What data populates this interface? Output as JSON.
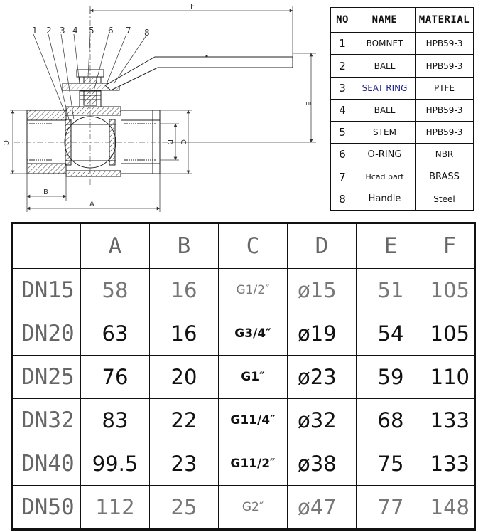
{
  "drawing": {
    "callouts": [
      "1",
      "2",
      "3",
      "4",
      "5",
      "6",
      "7",
      "8"
    ],
    "dim_labels": {
      "F": "F",
      "E": "E",
      "C_left": "C",
      "D": "D",
      "C_right": "C",
      "B": "B",
      "A": "A"
    }
  },
  "parts_table": {
    "headers": {
      "no": "NO",
      "name": "NAME",
      "material": "MATERIAL"
    },
    "rows": [
      {
        "no": "1",
        "name": "BOMNET",
        "material": "HPB59-3"
      },
      {
        "no": "2",
        "name": "BALL",
        "material": "HPB59-3"
      },
      {
        "no": "3",
        "name": "SEAT RING",
        "material": "PTFE"
      },
      {
        "no": "4",
        "name": "BALL",
        "material": "HPB59-3"
      },
      {
        "no": "5",
        "name": "STEM",
        "material": "HPB59-3"
      },
      {
        "no": "6",
        "name": "O-RING",
        "material": "NBR"
      },
      {
        "no": "7",
        "name": "Hcad part",
        "material": "BRASS"
      },
      {
        "no": "8",
        "name": "Handle",
        "material": "Steel"
      }
    ]
  },
  "dimension_table": {
    "columns": [
      "A",
      "B",
      "C",
      "D",
      "E",
      "F"
    ],
    "rows": [
      {
        "size": "DN15",
        "A": "58",
        "B": "16",
        "C": "G1/2″",
        "D": "ø15",
        "E": "51",
        "F": "105"
      },
      {
        "size": "DN20",
        "A": "63",
        "B": "16",
        "C": "G3/4″",
        "D": "ø19",
        "E": "54",
        "F": "105"
      },
      {
        "size": "DN25",
        "A": "76",
        "B": "20",
        "C": "G1″",
        "D": "ø23",
        "E": "59",
        "F": "110"
      },
      {
        "size": "DN32",
        "A": "83",
        "B": "22",
        "C": "G11/4″",
        "D": "ø32",
        "E": "68",
        "F": "133"
      },
      {
        "size": "DN40",
        "A": "99.5",
        "B": "23",
        "C": "G11/2″",
        "D": "ø38",
        "E": "75",
        "F": "133"
      },
      {
        "size": "DN50",
        "A": "112",
        "B": "25",
        "C": "G2″",
        "D": "ø47",
        "E": "77",
        "F": "148"
      }
    ]
  }
}
